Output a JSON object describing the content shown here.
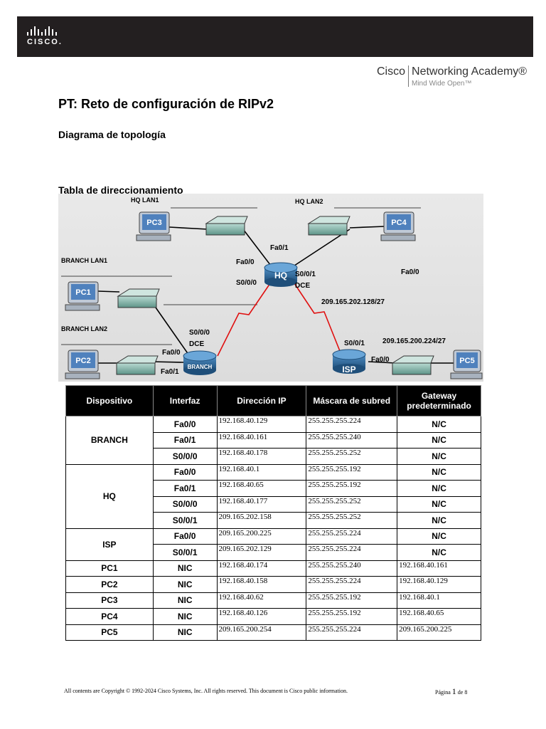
{
  "header": {
    "logo_word": "CISCO.",
    "brand_left": "Cisco",
    "brand_right": "Networking Academy®",
    "tagline": "Mind Wide Open™"
  },
  "title": "PT: Reto de configuración de RIPv2",
  "section_topology": "Diagrama de topología",
  "section_table": "Tabla de direccionamiento",
  "topology": {
    "devices": {
      "pc3": "PC3",
      "pc4": "PC4",
      "pc1": "PC1",
      "pc2": "PC2",
      "pc5": "PC5",
      "hq": "HQ",
      "branch": "BRANCH",
      "isp": "ISP"
    },
    "lan_labels": {
      "hq_lan1": "HQ LAN1",
      "hq_lan2": "HQ LAN2",
      "branch_lan1": "BRANCH LAN1",
      "branch_lan2": "BRANCH LAN2"
    },
    "port_labels": {
      "hq_fa01": "Fa0/1",
      "hq_fa00": "Fa0/0",
      "hq_s000": "S0/0/0",
      "hq_s001": "S0/0/1",
      "hq_dce": "DCE",
      "isp_fa00_right": "Fa0/0",
      "branch_s000": "S0/0/0",
      "branch_dce": "DCE",
      "branch_fa00": "Fa0/0",
      "branch_fa01": "Fa0/1",
      "isp_s001": "S0/0/1",
      "isp_fa00": "Fa0/0"
    },
    "networks": {
      "hq_isp": "209.165.202.128/27",
      "isp_lan": "209.165.200.224/27"
    }
  },
  "table": {
    "headers": [
      "Dispositivo",
      "Interfaz",
      "Dirección IP",
      "Máscara de subred",
      "Gateway predeterminado"
    ],
    "groups": [
      {
        "device": "BRANCH",
        "rows": [
          {
            "iface": "Fa0/0",
            "ip": "192.168.40.129",
            "mask": "255.255.255.224",
            "gw": "N/C"
          },
          {
            "iface": "Fa0/1",
            "ip": "192.168.40.161",
            "mask": "255.255.255.240",
            "gw": "N/C"
          },
          {
            "iface": "S0/0/0",
            "ip": "192.168.40.178",
            "mask": "255.255.255.252",
            "gw": "N/C"
          }
        ]
      },
      {
        "device": "HQ",
        "rows": [
          {
            "iface": "Fa0/0",
            "ip": "192.168.40.1",
            "mask": "255.255.255.192",
            "gw": "N/C"
          },
          {
            "iface": "Fa0/1",
            "ip": "192.168.40.65",
            "mask": "255.255.255.192",
            "gw": "N/C"
          },
          {
            "iface": "S0/0/0",
            "ip": "192.168.40.177",
            "mask": "255.255.255.252",
            "gw": "N/C"
          },
          {
            "iface": "S0/0/1",
            "ip": "209.165.202.158",
            "mask": "255.255.255.252",
            "gw": "N/C"
          }
        ]
      },
      {
        "device": "ISP",
        "rows": [
          {
            "iface": "Fa0/0",
            "ip": "209.165.200.225",
            "mask": "255.255.255.224",
            "gw": "N/C"
          },
          {
            "iface": "S0/0/1",
            "ip": "209.165.202.129",
            "mask": "255.255.255.224",
            "gw": "N/C"
          }
        ]
      },
      {
        "device": "PC1",
        "rows": [
          {
            "iface": "NIC",
            "ip": "192.168.40.174",
            "mask": "255.255.255.240",
            "gw": "192.168.40.161"
          }
        ]
      },
      {
        "device": "PC2",
        "rows": [
          {
            "iface": "NIC",
            "ip": "192.168.40.158",
            "mask": "255.255.255.224",
            "gw": "192.168.40.129"
          }
        ]
      },
      {
        "device": "PC3",
        "rows": [
          {
            "iface": "NIC",
            "ip": "192.168.40.62",
            "mask": "255.255.255.192",
            "gw": "192.168.40.1"
          }
        ]
      },
      {
        "device": "PC4",
        "rows": [
          {
            "iface": "NIC",
            "ip": "192.168.40.126",
            "mask": "255.255.255.192",
            "gw": "192.168.40.65"
          }
        ]
      },
      {
        "device": "PC5",
        "rows": [
          {
            "iface": "NIC",
            "ip": "209.165.200.254",
            "mask": "255.255.255.224",
            "gw": "209.165.200.225"
          }
        ]
      }
    ]
  },
  "footer": {
    "copyright": "All contents are Copyright © 1992-2024 Cisco Systems, Inc. All rights reserved. This document is Cisco public information.",
    "page_word": "Página",
    "page_current": "1",
    "page_of": "de 8"
  }
}
